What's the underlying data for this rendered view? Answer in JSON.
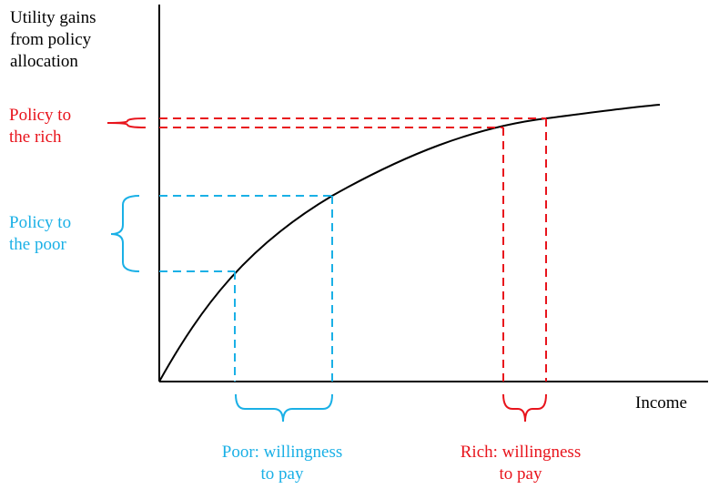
{
  "y_axis_label": [
    "Utility gains",
    "from policy",
    "allocation"
  ],
  "x_axis_label": "Income",
  "rich_policy_label": [
    "Policy to",
    "the rich"
  ],
  "poor_policy_label": [
    "Policy to",
    "the poor"
  ],
  "poor_wtp_label": [
    "Poor: willingness",
    "to pay"
  ],
  "rich_wtp_label": [
    "Rich: willingness",
    "to pay"
  ],
  "colors": {
    "axis": "#000000",
    "curve": "#000000",
    "poor": "#1ab0e6",
    "rich": "#e8141c"
  }
}
